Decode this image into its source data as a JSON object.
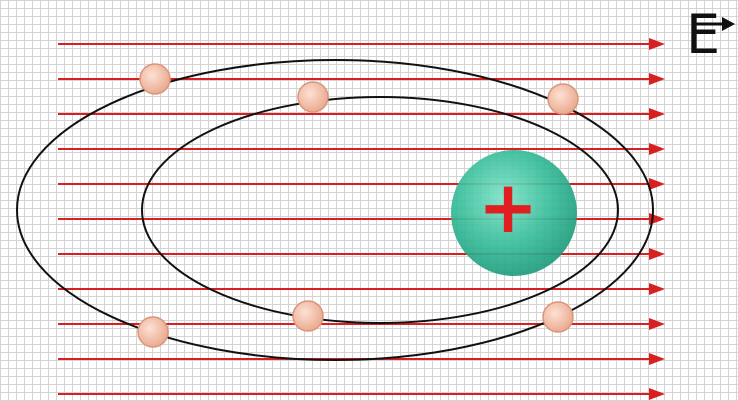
{
  "field": {
    "symbol": "E",
    "vector_arrow": true,
    "line_color": "#d92020",
    "line_count": 11
  },
  "nucleus": {
    "charge_symbol": "+",
    "fill": "#2fb894",
    "sign_color": "#e02020"
  },
  "orbits": {
    "count": 2,
    "stroke": "#111111"
  },
  "electrons": {
    "count": 6,
    "fill": "#f2bba4",
    "edge": "#d9967a"
  },
  "grid": true
}
